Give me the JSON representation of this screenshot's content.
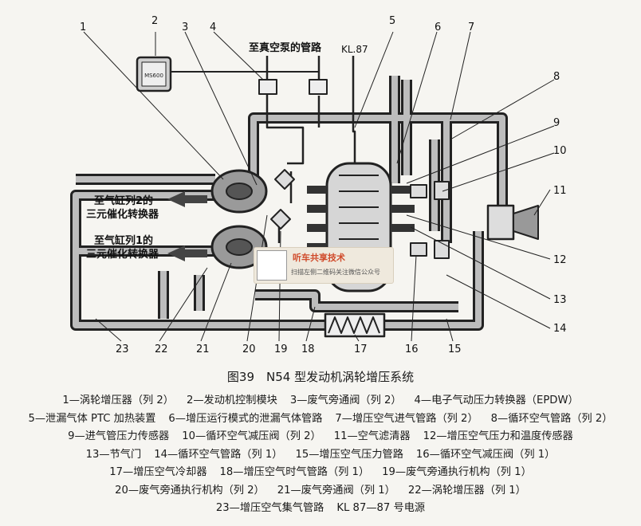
{
  "diagram": {
    "callouts": [
      "1",
      "2",
      "3",
      "4",
      "5",
      "6",
      "7",
      "8",
      "9",
      "10",
      "11",
      "12",
      "13",
      "14",
      "15",
      "16",
      "17",
      "18",
      "19",
      "20",
      "21",
      "22",
      "23"
    ],
    "label_vacuum": "至真空泵的管路",
    "label_kl87": "KL.87",
    "label_bank2_line1": "至气缸列2的",
    "label_bank2_line2": "三元催化转换器",
    "label_bank1_line1": "至气缸列1的",
    "label_bank1_line2": "三元催化转换器",
    "module_text": "MS600"
  },
  "watermark": {
    "title": "听车共享技术",
    "subtitle": "扫描左侧二维码关注微信公众号"
  },
  "caption": "图39　N54 型发动机涡轮增压系统",
  "legend": [
    "1—涡轮增压器（列 2）",
    "2—发动机控制模块",
    "3—废气旁通阀（列 2）",
    "4—电子气动压力转换器（EPDW）",
    "5—泄漏气体 PTC 加热装置",
    "6—增压运行模式的泄漏气体管路",
    "7—增压空气进气管路（列 2）",
    "8—循环空气管路（列 2）",
    "9—进气管压力传感器",
    "10—循环空气减压阀（列 2）",
    "11—空气滤清器",
    "12—增压空气压力和温度传感器",
    "13—节气门",
    "14—循环空气管路（列 1）",
    "15—增压空气压力管路",
    "16—循环空气减压阀（列 1）",
    "17—增压空气冷却器",
    "18—增压空气时气管路（列 1）",
    "19—废气旁通执行机构（列 1）",
    "20—废气旁通执行机构（列 2）",
    "21—废气旁通阀（列 1）",
    "22—涡轮增压器（列 1）",
    "23—增压空气集气管路",
    "KL 87—87 号电源"
  ]
}
